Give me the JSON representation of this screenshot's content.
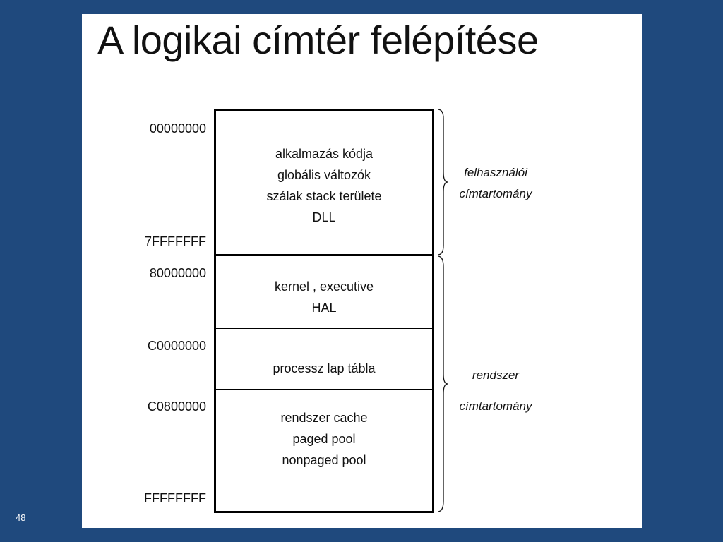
{
  "slide": {
    "title": "A logikai címtér felépítése",
    "page_number": "48"
  },
  "diagram": {
    "addresses": [
      "00000000",
      "7FFFFFFF",
      "80000000",
      "C0000000",
      "C0800000",
      "FFFFFFFF"
    ],
    "user_block": {
      "lines": [
        "alkalmazás kódja",
        "globális változók",
        "szálak stack területe",
        "DLL"
      ]
    },
    "system_block": {
      "kernel_lines": [
        "kernel , executive",
        "HAL"
      ],
      "page_table_lines": [
        "processz lap tábla"
      ],
      "cache_lines": [
        "rendszer cache",
        "paged pool",
        "nonpaged pool"
      ]
    },
    "braces": {
      "user": [
        "felhasználói",
        "címtartomány"
      ],
      "system": [
        "rendszer",
        "címtartomány"
      ]
    }
  }
}
